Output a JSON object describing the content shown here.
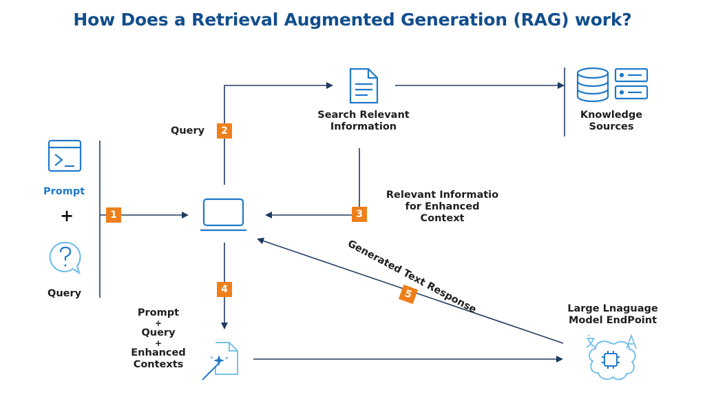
{
  "title": "How Does a Retrieval Augmented Generation (RAG) work?",
  "colors": {
    "title": "#124e8c",
    "lines": "#1f3a5f",
    "icon_dark": "#1f78c8",
    "icon_light": "#74bfe8",
    "badge": "#ef7f1a"
  },
  "inputs": {
    "prompt_label": "Prompt",
    "plus": "+",
    "query_label": "Query",
    "prompt_icon": "terminal-window-icon",
    "query_icon": "question-bubble-icon"
  },
  "steps": {
    "step1": "1",
    "step2": "2",
    "step3": "3",
    "step4": "4",
    "step5": "5"
  },
  "labels": {
    "query": "Query",
    "search_line1": "Search Relevant",
    "search_line2": "Information",
    "knowledge_line1": "Knowledge",
    "knowledge_line2": "Sources",
    "relevant_line1": "Relevant Informatio",
    "relevant_line2": "for Enhanced",
    "relevant_line3": "Context",
    "generated": "Generated Text Response",
    "llm_line1": "Large Lnaguage",
    "llm_line2": "Model EndPoint",
    "prompt_stack": [
      "Prompt",
      "+",
      "Query",
      "+",
      "Enhanced",
      "Contexts"
    ]
  },
  "icons": {
    "document": "document-icon",
    "database": "database-icon",
    "servers": "server-icon",
    "laptop": "laptop-icon",
    "magic_file": "magic-wand-document-icon",
    "llm": "brain-chip-icon",
    "translate": "translate-icon"
  }
}
